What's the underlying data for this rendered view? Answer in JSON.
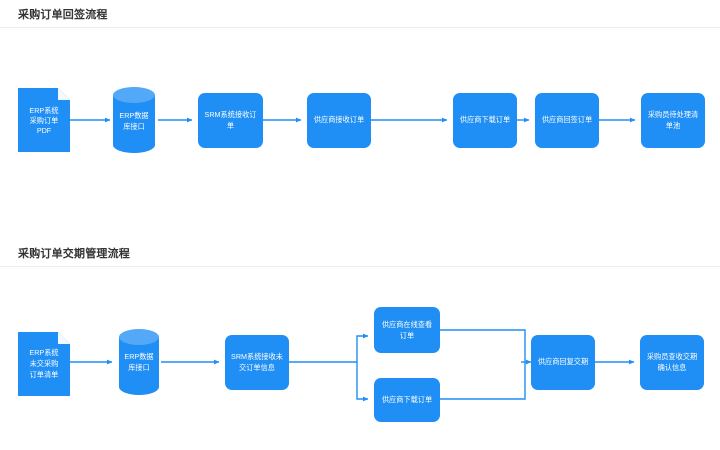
{
  "theme": {
    "node_fill": "#1f8ef5",
    "node_fill_light": "#53a9f8",
    "connector_color": "#1f8ef5",
    "node_label_color": "#ffffff",
    "title_color": "#333333",
    "divider_color": "#ececec",
    "background": "#ffffff"
  },
  "sections": [
    {
      "title": "采购订单回签流程",
      "nodes": [
        {
          "id": "f1n1",
          "shape": "document",
          "lines": [
            "ERP系统",
            "采购订单",
            "PDF"
          ]
        },
        {
          "id": "f1n2",
          "shape": "cylinder",
          "lines": [
            "ERP数据",
            "库接口"
          ]
        },
        {
          "id": "f1n3",
          "shape": "rounded-rect",
          "lines": [
            "SRM系统接收订",
            "单"
          ]
        },
        {
          "id": "f1n4",
          "shape": "rounded-rect",
          "lines": [
            "供应商接收订单"
          ]
        },
        {
          "id": "f1n5",
          "shape": "rounded-rect",
          "lines": [
            "供应商下载订单"
          ]
        },
        {
          "id": "f1n6",
          "shape": "rounded-rect",
          "lines": [
            "供应商回签订单"
          ]
        },
        {
          "id": "f1n7",
          "shape": "rounded-rect",
          "lines": [
            "采购员待处理清",
            "单池"
          ]
        }
      ],
      "connectors": [
        {
          "from": "f1n1",
          "to": "f1n2",
          "type": "straight-arrow"
        },
        {
          "from": "f1n2",
          "to": "f1n3",
          "type": "straight-arrow"
        },
        {
          "from": "f1n3",
          "to": "f1n4",
          "type": "straight-arrow"
        },
        {
          "from": "f1n4",
          "to": "f1n5",
          "type": "straight-arrow"
        },
        {
          "from": "f1n5",
          "to": "f1n6",
          "type": "straight-arrow"
        },
        {
          "from": "f1n6",
          "to": "f1n7",
          "type": "straight-arrow"
        }
      ]
    },
    {
      "title": "采购订单交期管理流程",
      "nodes": [
        {
          "id": "f2n1",
          "shape": "document",
          "lines": [
            "ERP系统",
            "未交采购",
            "订单清单"
          ]
        },
        {
          "id": "f2n2",
          "shape": "cylinder",
          "lines": [
            "ERP数据",
            "库接口"
          ]
        },
        {
          "id": "f2n3",
          "shape": "rounded-rect",
          "lines": [
            "SRM系统接收未",
            "交订单信息"
          ]
        },
        {
          "id": "f2n4",
          "shape": "rounded-rect",
          "lines": [
            "供应商在线查看",
            "订单"
          ]
        },
        {
          "id": "f2n5",
          "shape": "rounded-rect",
          "lines": [
            "供应商下载订单"
          ]
        },
        {
          "id": "f2n6",
          "shape": "rounded-rect",
          "lines": [
            "供应商回复交期"
          ]
        },
        {
          "id": "f2n7",
          "shape": "rounded-rect",
          "lines": [
            "采购员查收交期",
            "确认信息"
          ]
        }
      ],
      "connectors": [
        {
          "from": "f2n1",
          "to": "f2n2",
          "type": "straight-arrow"
        },
        {
          "from": "f2n2",
          "to": "f2n3",
          "type": "straight-arrow"
        },
        {
          "from": "f2n3",
          "to": "f2n4",
          "type": "branch-up-arrow"
        },
        {
          "from": "f2n3",
          "to": "f2n5",
          "type": "branch-down-arrow"
        },
        {
          "from": "f2n4",
          "to": "f2n6",
          "type": "merge-arrow"
        },
        {
          "from": "f2n5",
          "to": "f2n6",
          "type": "merge-arrow"
        },
        {
          "from": "f2n6",
          "to": "f2n7",
          "type": "straight-arrow"
        }
      ]
    }
  ]
}
